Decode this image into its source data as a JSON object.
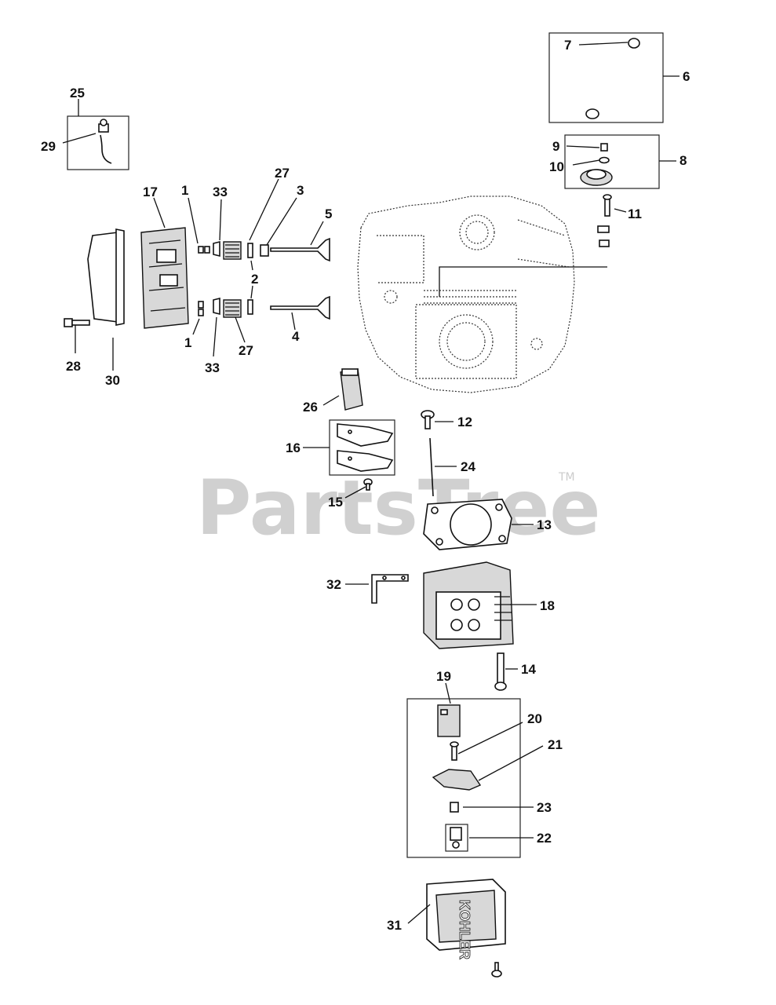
{
  "watermark": {
    "brand": "PartsTree",
    "trademark": "TM"
  },
  "callouts": {
    "c1a": "1",
    "c1b": "1",
    "c2": "2",
    "c3": "3",
    "c4": "4",
    "c5": "5",
    "c6": "6",
    "c7": "7",
    "c8": "8",
    "c9": "9",
    "c10": "10",
    "c11": "11",
    "c12": "12",
    "c13": "13",
    "c14": "14",
    "c15": "15",
    "c16": "16",
    "c17": "17",
    "c18": "18",
    "c19": "19",
    "c20": "20",
    "c21": "21",
    "c22": "22",
    "c23": "23",
    "c24": "24",
    "c25": "25",
    "c26": "26",
    "c27a": "27",
    "c27b": "27",
    "c28": "28",
    "c29": "29",
    "c30": "30",
    "c31": "31",
    "c32": "32",
    "c33a": "33",
    "c33b": "33"
  },
  "cover_embossing": "KOHLER"
}
